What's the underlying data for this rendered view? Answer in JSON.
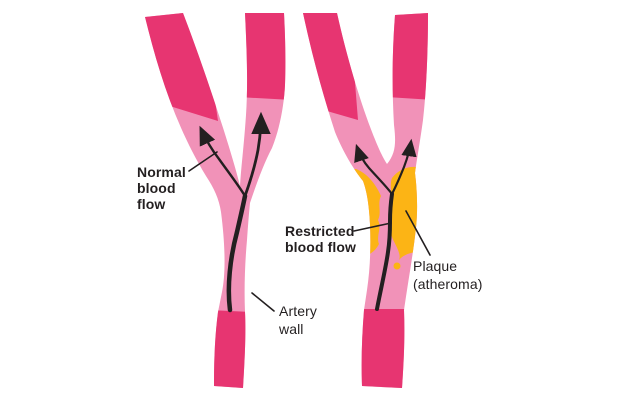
{
  "diagram": {
    "description": "Comparison of a normal artery and an artery narrowed by plaque (atheroma)",
    "background": "#ffffff",
    "colors": {
      "canvas": "#ffffff",
      "artery-wall-dark": "#e73571",
      "artery-wall-light": "#f192b8",
      "plaque-yellow": "#fcb415",
      "ink": "#231f20"
    },
    "panels": [
      {
        "id": "normal-artery",
        "labels": {
          "normal_blood_flow": "Normal\nblood\nflow",
          "artery_wall": "Artery\nwall"
        }
      },
      {
        "id": "narrowed-artery",
        "labels": {
          "restricted_blood_flow": "Restricted\nblood flow",
          "plaque": "Plaque\n(atheroma)"
        }
      }
    ]
  }
}
